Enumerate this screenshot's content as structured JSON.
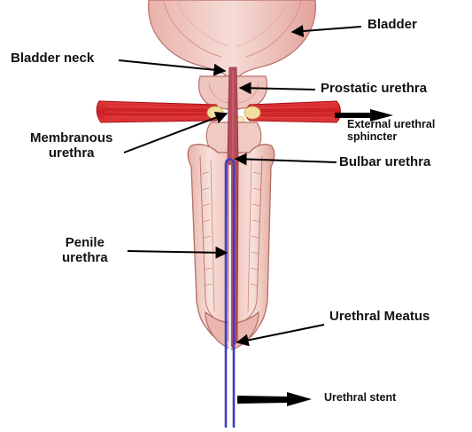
{
  "labels": {
    "bladder": "Bladder",
    "bladder_neck": "Bladder neck",
    "prostatic_urethra": "Prostatic urethra",
    "membranous_urethra": [
      "Membranous",
      "urethra"
    ],
    "external_urethral_sphincter": [
      "External urethral",
      "sphincter"
    ],
    "bulbar_urethra": "Bulbar urethra",
    "penile_urethra": [
      "Penile",
      "urethra"
    ],
    "urethral_meatus": "Urethral Meatus",
    "urethral_stent": "Urethral stent"
  },
  "colors": {
    "tissue_light": "#f3d3cc",
    "tissue_mid": "#e8a9a2",
    "tissue_deep": "#c9706c",
    "urethra_channel": "#b64c5a",
    "muscle_red": "#d8282c",
    "stent_blue": "#3b3fbf",
    "arrow_black": "#000000",
    "gland_yellow": "#f1dfa0"
  }
}
